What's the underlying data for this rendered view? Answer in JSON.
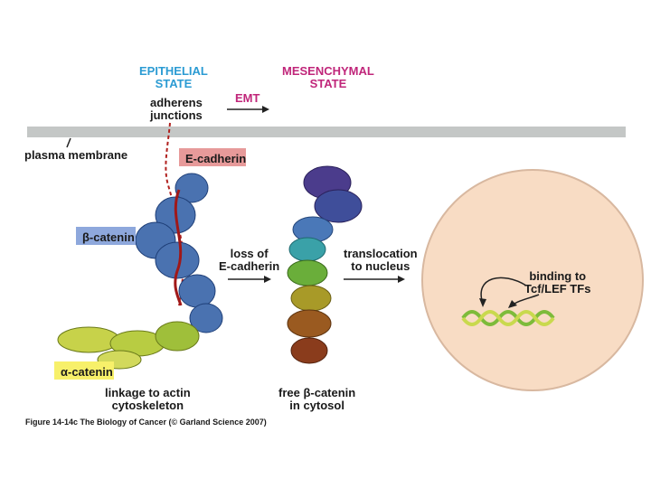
{
  "labels": {
    "epithelial_state": "EPITHELIAL\nSTATE",
    "mesenchymal_state": "MESENCHYMAL\nSTATE",
    "adherens_junctions": "adherens\njunctions",
    "emt": "EMT",
    "plasma_membrane": "plasma membrane",
    "e_cadherin": "E-cadherin",
    "beta_catenin": "β-catenin",
    "alpha_catenin": "α-catenin",
    "loss_of_e_cadherin": "loss of\nE-cadherin",
    "translocation": "translocation\nto nucleus",
    "binding": "binding to\nTcf/LEF TFs",
    "linkage": "linkage to actin\ncytoskeleton",
    "free_beta_catenin": "free β-catenin\nin cytosol",
    "caption": "Figure 14-14c The Biology of Cancer (© Garland Science 2007)"
  },
  "colors": {
    "epithelial": "#2b9bd3",
    "mesenchymal": "#c0267a",
    "membrane": "#c4c7c6",
    "e_cadherin_box": "#e79a9a",
    "beta_catenin_box": "#8ea8dc",
    "alpha_catenin_box": "#f7f06a",
    "nucleus_fill": "#f8dcc4",
    "nucleus_stroke": "#d8b8a0"
  }
}
